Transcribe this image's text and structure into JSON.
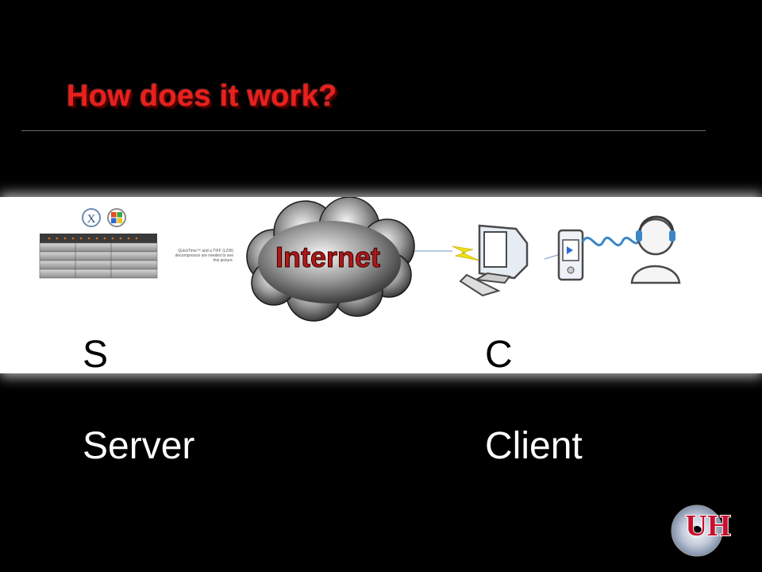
{
  "slide": {
    "title": "How does it work?",
    "server_letter": "S",
    "client_letter": "C",
    "server_label": "Server",
    "client_label": "Client",
    "cloud_label": "Internet",
    "qt_placeholder_text": "QuickTime™ and a TIFF (LZW) decompressor are needed to see this picture."
  },
  "colors": {
    "title": "#e8201c",
    "background": "#000000",
    "band": "#ffffff",
    "cloud_text": "#b01818",
    "logo_red": "#c8102e"
  },
  "icons": [
    "server-rack-icon",
    "mac-os-x-icon",
    "windows-icon",
    "internet-cloud-icon",
    "lightning-icon",
    "computer-icon",
    "pda-icon",
    "headphone-user-icon",
    "uh-logo-icon"
  ]
}
